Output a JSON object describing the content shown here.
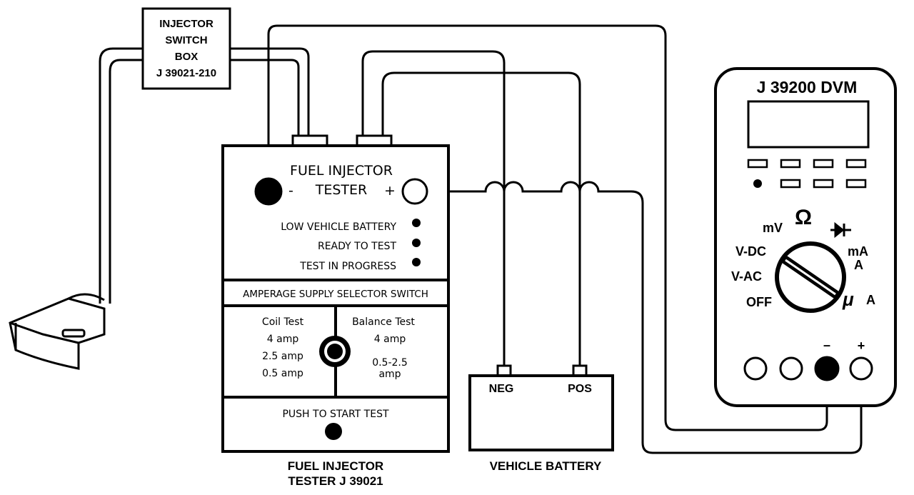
{
  "switch_box": {
    "line1": "INJECTOR",
    "line2": "SWITCH",
    "line3": "BOX",
    "line4": "J 39021-210"
  },
  "tester": {
    "title_line1": "FUEL INJECTOR",
    "title_line2": "TESTER",
    "minus": "-",
    "plus": "+",
    "indicators": [
      "LOW VEHICLE BATTERY",
      "READY TO TEST",
      "TEST IN PROGRESS"
    ],
    "selector_header": "AMPERAGE SUPPLY SELECTOR SWITCH",
    "coil_title": "Coil Test",
    "coil_options": [
      "4 amp",
      "2.5 amp",
      "0.5 amp"
    ],
    "balance_title": "Balance Test",
    "balance_options": [
      "4 amp",
      "0.5-2.5",
      "amp"
    ],
    "push_label": "PUSH TO START TEST",
    "caption_line1": "FUEL INJECTOR",
    "caption_line2": "TESTER J 39021"
  },
  "battery": {
    "neg": "NEG",
    "pos": "POS",
    "caption": "VEHICLE BATTERY"
  },
  "dvm": {
    "title": "J 39200 DVM",
    "mv": "mV",
    "ohm": "Ω",
    "vdc": "V-DC",
    "vac": "V-AC",
    "off": "OFF",
    "ma": "mA",
    "a": "A",
    "mu": "μ",
    "ua": "A",
    "minus": "–",
    "plus": "+"
  }
}
